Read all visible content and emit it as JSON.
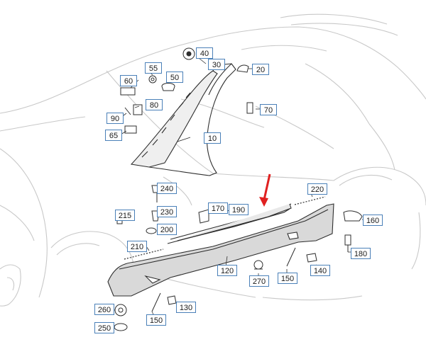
{
  "parts": [
    {
      "id": "p40",
      "label": "40"
    },
    {
      "id": "p30",
      "label": "30"
    },
    {
      "id": "p20",
      "label": "20"
    },
    {
      "id": "p55",
      "label": "55"
    },
    {
      "id": "p50",
      "label": "50"
    },
    {
      "id": "p60",
      "label": "60"
    },
    {
      "id": "p80",
      "label": "80"
    },
    {
      "id": "p90",
      "label": "90"
    },
    {
      "id": "p65",
      "label": "65"
    },
    {
      "id": "p70",
      "label": "70"
    },
    {
      "id": "p10",
      "label": "10"
    },
    {
      "id": "p240",
      "label": "240"
    },
    {
      "id": "p230",
      "label": "230"
    },
    {
      "id": "p215",
      "label": "215"
    },
    {
      "id": "p200",
      "label": "200"
    },
    {
      "id": "p170",
      "label": "170"
    },
    {
      "id": "p190",
      "label": "190"
    },
    {
      "id": "p220",
      "label": "220"
    },
    {
      "id": "p160",
      "label": "160"
    },
    {
      "id": "p180",
      "label": "180"
    },
    {
      "id": "p210",
      "label": "210"
    },
    {
      "id": "p120",
      "label": "120"
    },
    {
      "id": "p270",
      "label": "270"
    },
    {
      "id": "p150a",
      "label": "150"
    },
    {
      "id": "p140",
      "label": "140"
    },
    {
      "id": "p260",
      "label": "260"
    },
    {
      "id": "p130",
      "label": "130"
    },
    {
      "id": "p150b",
      "label": "150"
    },
    {
      "id": "p250",
      "label": "250"
    }
  ],
  "colors": {
    "line": "#c8c8c8",
    "part": "#2e2e2e",
    "part_fill": "#d8d8d8",
    "box_border": "#4a80b8",
    "arrow": "#e02020"
  },
  "icons": [
    "car-body-outline",
    "side-sill-panel",
    "a-pillar-trim",
    "red-arrow-icon"
  ]
}
